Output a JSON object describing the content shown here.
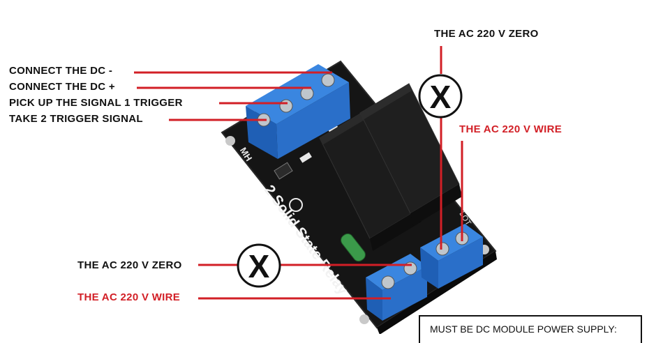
{
  "labels": {
    "dc_minus": "CONNECT THE DC -",
    "dc_plus": "CONNECT THE DC +",
    "signal1": "PICK UP THE SIGNAL 1 TRIGGER",
    "signal2": "TAKE 2 TRIGGER SIGNAL",
    "ac_zero_top": "THE AC 220 V ZERO",
    "ac_wire_right": "THE AC 220 V WIRE",
    "ac_zero_bottom": "THE AC 220 V ZERO",
    "ac_wire_bottom": "THE AC 220 V WIRE"
  },
  "board": {
    "title": "2 Solid State Relay",
    "logo": "MH",
    "side_mark": "LOT"
  },
  "symbols": {
    "cross_mark": "X"
  },
  "note": {
    "text": "MUST BE DC MODULE POWER SUPPLY:"
  },
  "colors": {
    "leader_red": "#d21f26",
    "label_black": "#111111",
    "label_red": "#d21f26",
    "pcb_black": "#151515",
    "terminal_blue": "#2a6fc9",
    "relay_black": "#1a1a1a"
  }
}
